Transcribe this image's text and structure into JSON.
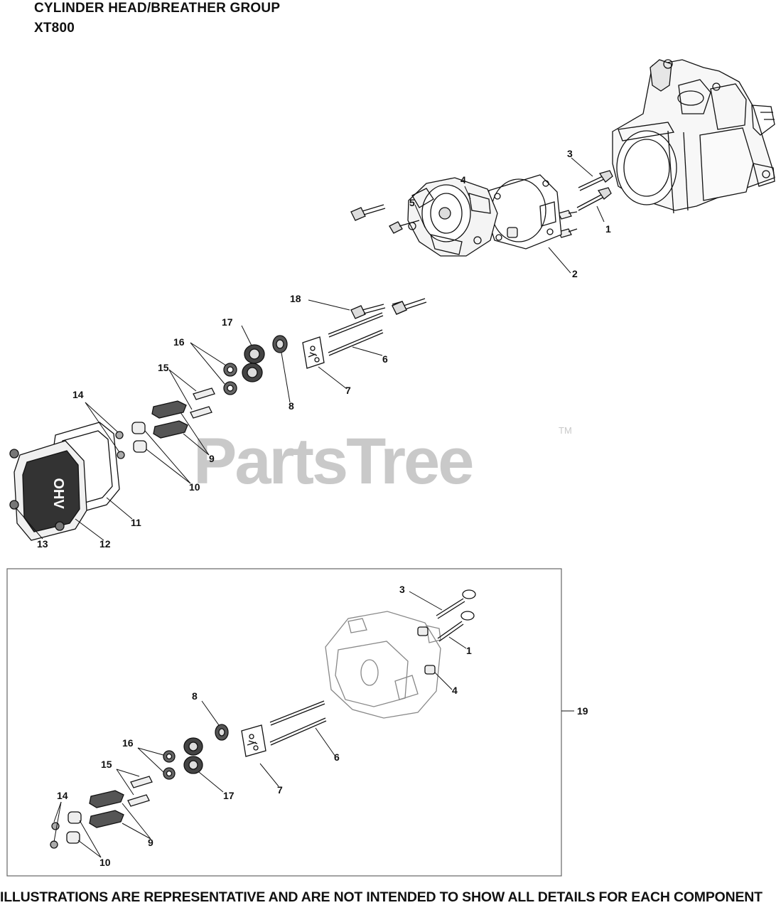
{
  "header": {
    "title": "CYLINDER HEAD/BREATHER GROUP",
    "model": "XT800"
  },
  "watermark": {
    "brand": "PartsTree",
    "trademark": "TM"
  },
  "diagram": {
    "main_callouts": [
      "1",
      "2",
      "3",
      "4",
      "5",
      "6",
      "7",
      "8",
      "9",
      "10",
      "11",
      "12",
      "13",
      "14",
      "15",
      "16",
      "17",
      "18"
    ],
    "inset_callouts": [
      "1",
      "3",
      "4",
      "6",
      "7",
      "8",
      "9",
      "10",
      "14",
      "15",
      "16",
      "17"
    ],
    "assembly_callout": "19",
    "cover_marking": "OHV"
  },
  "footer": {
    "disclaimer": "ILLUSTRATIONS ARE REPRESENTATIVE AND ARE NOT INTENDED TO SHOW ALL DETAILS FOR EACH COMPONENT"
  }
}
